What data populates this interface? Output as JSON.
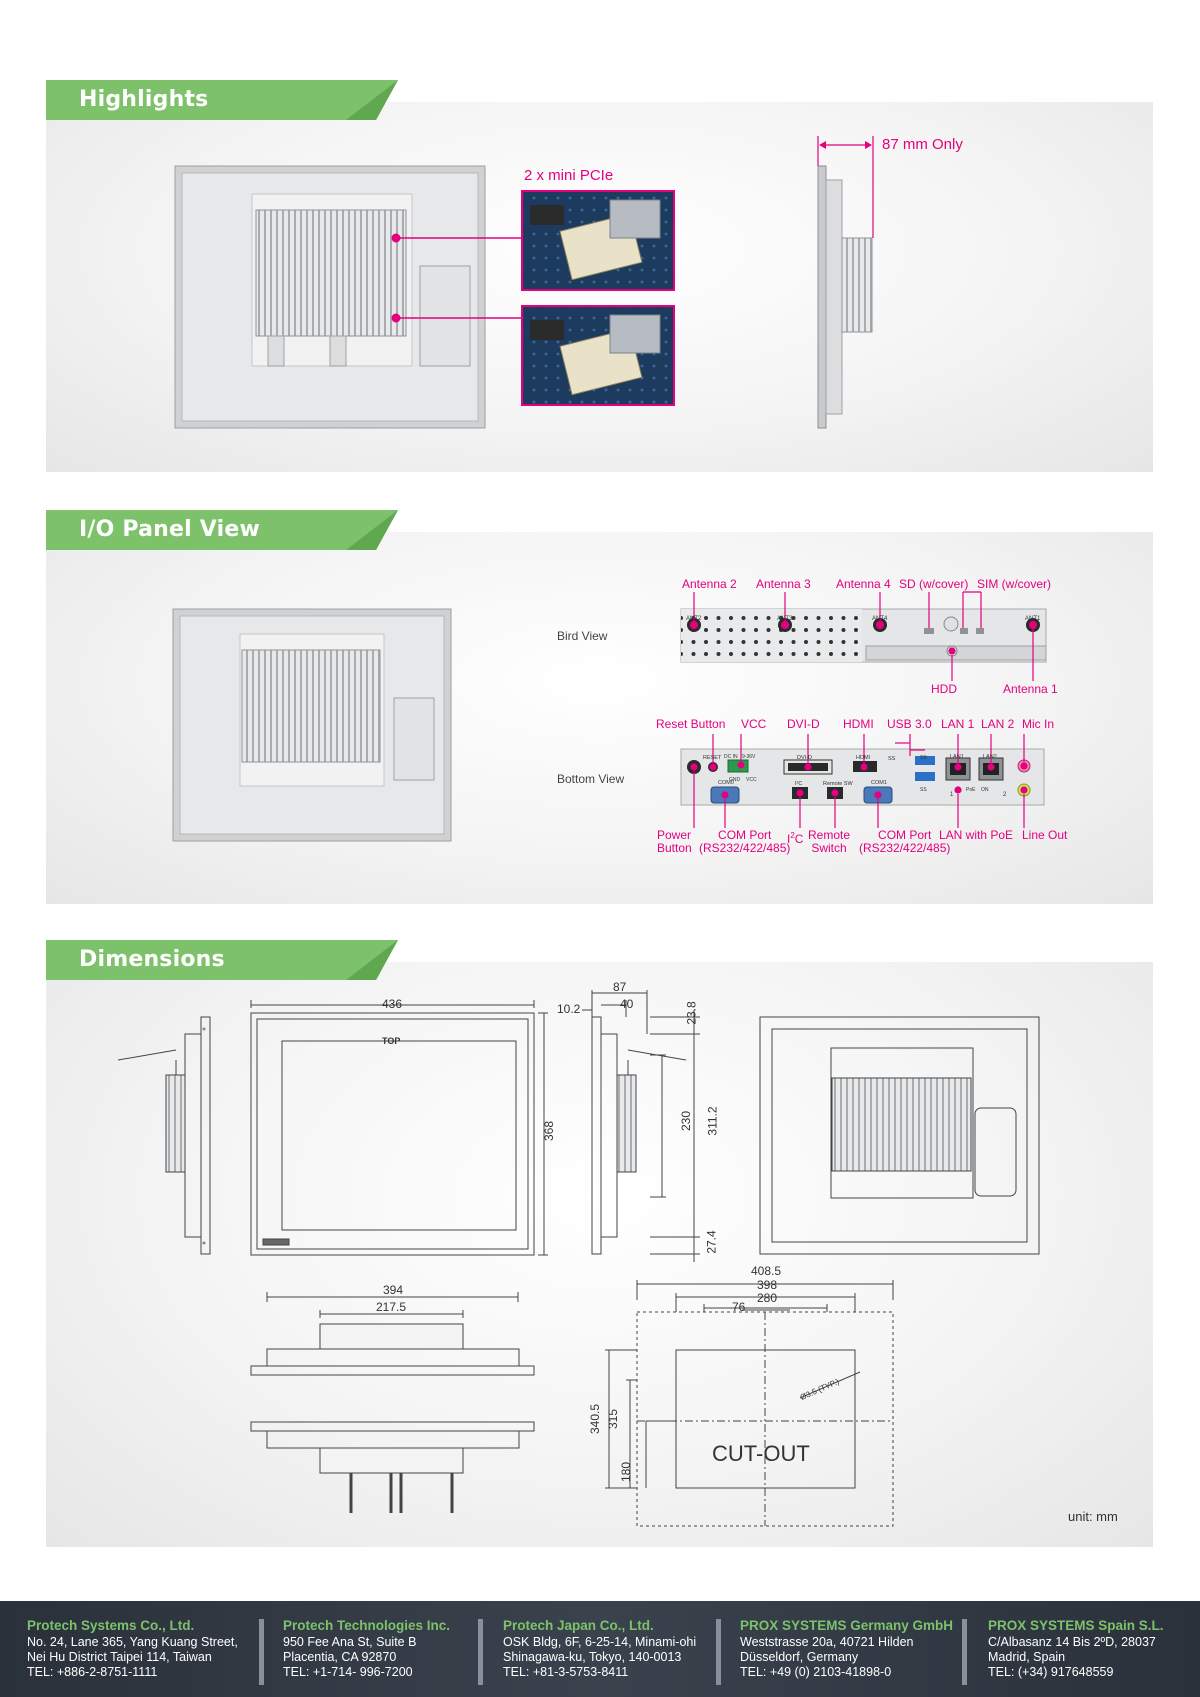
{
  "sections": {
    "highlights": "Highlights",
    "io_panel": "I/O Panel View",
    "dimensions": "Dimensions"
  },
  "highlights": {
    "mini_pcie": "2 x mini PCIe",
    "depth": "87 mm Only"
  },
  "io": {
    "bird_view": "Bird View",
    "bottom_view": "Bottom View",
    "bird_top_labels": [
      "Antenna 2",
      "Antenna 3",
      "Antenna 4",
      "SD (w/cover)",
      "SIM (w/cover)"
    ],
    "bird_bottom_labels": [
      "HDD",
      "Antenna 1"
    ],
    "bottom_top_labels": [
      "Reset Button",
      "VCC",
      "DVI-D",
      "HDMI",
      "USB 3.0",
      "LAN 1",
      "LAN 2",
      "Mic In"
    ],
    "power_button": [
      "Power",
      "Button"
    ],
    "com_port_1": [
      "COM Port",
      "(RS232/422/485)"
    ],
    "i2c_prefix": "I",
    "i2c_sup": "2",
    "i2c_suffix": "C",
    "remote_switch": [
      "Remote",
      "Switch"
    ],
    "com_port_2": [
      "COM Port",
      "(RS232/422/485)"
    ],
    "lan_poe": "LAN with PoE",
    "line_out": "Line Out",
    "silk": {
      "ant2": "ANT2",
      "ant3": "ANT3",
      "ant4": "ANT4",
      "ant1": "ANT1",
      "reset": "RESET",
      "dc_in": "DC IN",
      "dc_range": "9-36V",
      "gnd": "GND",
      "vcc": "VCC",
      "dvid": "DVI-D",
      "hdmi": "HDMI",
      "ss1": "SS",
      "ss2": "SS",
      "ss3": "SS",
      "lan1": "LAN1",
      "lan2": "LAN2",
      "com0": "COM0",
      "com1": "COM1",
      "i2c": "I²C",
      "remote_sw": "Remote SW",
      "poe": "PoE",
      "on": "ON",
      "p1": "1",
      "p2": "2"
    }
  },
  "dimensions": {
    "front_width": "436",
    "front_height": "368",
    "top_mark": "TOP",
    "side_depth": "87",
    "side_40": "40",
    "side_10_2": "10.2",
    "side_23_8": "23.8",
    "side_230": "230",
    "side_311_2": "311.2",
    "side_27_4": "27.4",
    "bottom_394": "394",
    "bottom_217_5": "217.5",
    "cut_408_5": "408.5",
    "cut_398": "398",
    "cut_280": "280",
    "cut_76": "76",
    "cut_340_5": "340.5",
    "cut_315": "315",
    "cut_180": "180",
    "hole": "Ø3.5 (TYP.)",
    "cutout": "CUT-OUT",
    "unit": "unit: mm"
  },
  "footer": [
    {
      "company": "Protech Systems Co., Ltd.",
      "lines": [
        "No. 24, Lane 365, Yang Kuang Street,",
        "Nei Hu District Taipei 114, Taiwan",
        "TEL: +886-2-8751-1111"
      ]
    },
    {
      "company": "Protech Technologies Inc.",
      "lines": [
        "950 Fee Ana St, Suite B",
        "Placentia, CA 92870",
        "TEL: +1-714- 996-7200"
      ]
    },
    {
      "company": "Protech Japan Co., Ltd.",
      "lines": [
        "OSK Bldg, 6F, 6-25-14, Minami-ohi",
        "Shinagawa-ku, Tokyo, 140-0013",
        "TEL: +81-3-5753-8411"
      ]
    },
    {
      "company": "PROX SYSTEMS Germany GmbH",
      "lines": [
        "Weststrasse 20a, 40721 Hilden",
        "Düsseldorf, Germany",
        "TEL: +49 (0) 2103-41898-0"
      ]
    },
    {
      "company": "PROX SYSTEMS Spain S.L.",
      "lines": [
        "C/Albasanz 14 Bis 2ºD, 28037",
        "Madrid, Spain",
        "TEL: (+34) 917648559"
      ]
    }
  ],
  "colors": {
    "accent": "#e4007f",
    "banner": "#7dc26a",
    "footer_company": "#7dc26a",
    "footer_bg": "#2f3640"
  }
}
